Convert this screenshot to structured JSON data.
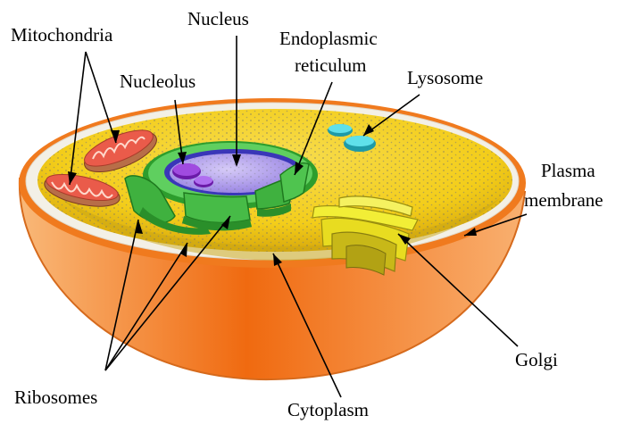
{
  "labels": {
    "mitochondria": "Mitochondria",
    "nucleus": "Nucleus",
    "endoplasmic_line1": "Endoplasmic",
    "endoplasmic_line2": "reticulum",
    "nucleolus": "Nucleolus",
    "lysosome": "Lysosome",
    "plasma_line1": "Plasma",
    "plasma_line2": "membrane",
    "golgi": "Golgi",
    "ribosomes": "Ribosomes",
    "cytoplasm": "Cytoplasm"
  },
  "colors": {
    "shell_outer": "#f07a1e",
    "shell_highlight": "#ffb56b",
    "rim": "#f2efe6",
    "cytoplasm": "#f5cf1a",
    "mitochondria": "#e85a4a",
    "nucleus_envelope": "#2fb22f",
    "nucleus_inner": "#b9a8ee",
    "nucleolus": "#8a2bd0",
    "lysosome": "#35c9d6",
    "golgi": "#f2ef3a",
    "ribosome_dots": "#6b6b6b"
  }
}
